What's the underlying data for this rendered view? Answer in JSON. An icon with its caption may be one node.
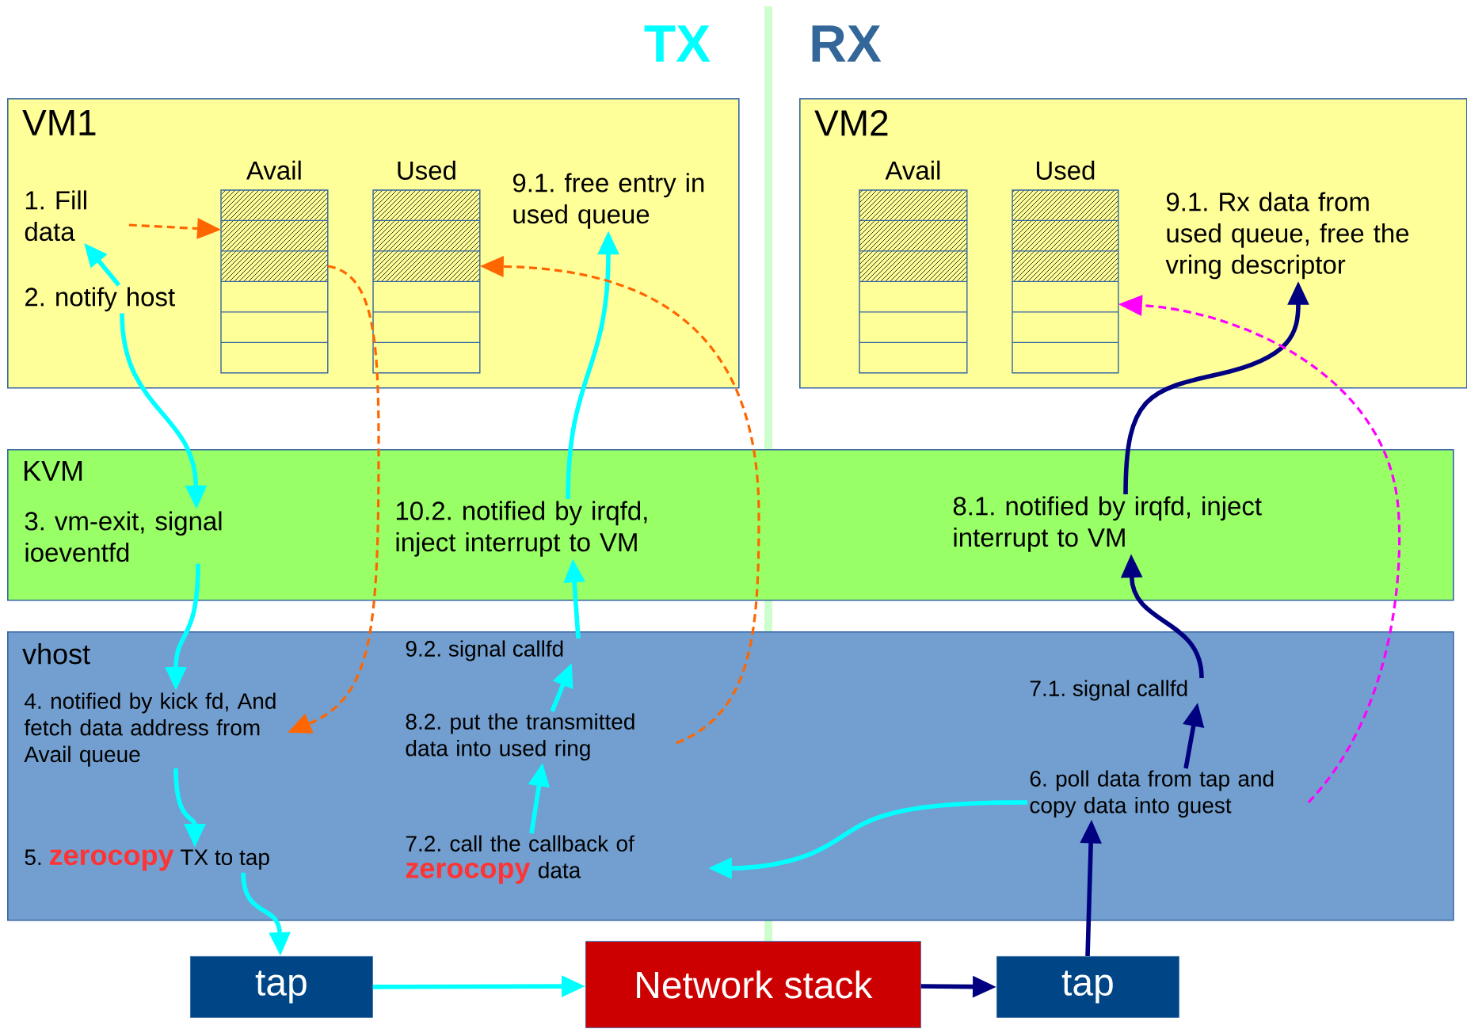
{
  "diagram": {
    "nodes": [
      {
        "text": [
          "VM1"
        ]
      },
      {
        "text": [
          "1. Fill data"
        ],
        "in": 0
      },
      {
        "text": [
          "2. notify host"
        ],
        "in": 0
      },
      {
        "text": [
          "Avail"
        ],
        "in": 0
      },
      {
        "text": [
          "Used"
        ],
        "in": 0
      },
      {
        "text": [
          "9.1. free entry in used queue"
        ],
        "in": 0
      },
      {
        "text": [
          "VM2"
        ]
      },
      {
        "text": [
          "Avail"
        ],
        "in": 6
      },
      {
        "text": [
          "Used"
        ],
        "in": 6
      },
      {
        "text": [
          "9.1. Rx data from used queue, free the vring descriptor"
        ],
        "in": 6
      },
      {
        "text": [
          "KVM"
        ]
      },
      {
        "text": [
          "3. vm-exit, signal ioeventfd"
        ],
        "in": 10
      },
      {
        "text": [
          "10.2. notified by irqfd, inject interrupt to VM"
        ],
        "in": 10
      },
      {
        "text": [
          "8.1. notified by irqfd, inject interrupt to VM"
        ],
        "in": 10
      },
      {
        "text": [
          "vhost"
        ]
      },
      {
        "text": [
          "4. notified by kick fd, And fetch data address from Avail queue"
        ],
        "in": 14
      },
      {
        "text": [
          "5. **zerocopy** TX to tap"
        ],
        "in": 14
      },
      {
        "text": [
          "9.2. signal callfd"
        ],
        "in": 14
      },
      {
        "text": [
          "8.2. put the transmitted data into used ring"
        ],
        "in": 14
      },
      {
        "text": [
          "7.2. call the callback of **zerocopy** data"
        ],
        "in": 14
      },
      {
        "text": [
          "7.1. signal callfd"
        ],
        "in": 14
      },
      {
        "text": [
          "6. poll data from tap and copy data into guest"
        ],
        "in": 14
      },
      {
        "text": [
          "tap"
        ]
      },
      {
        "text": [
          "Network stack"
        ]
      },
      {
        "text": [
          "tap"
        ]
      }
    ],
    "edges": [
      {
        "from": 2,
        "to": 1,
        "arrow": "to"
      },
      {
        "from": 2,
        "to": 11,
        "arrow": "to"
      },
      {
        "from": 11,
        "to": 15,
        "arrow": "to"
      },
      {
        "from": 15,
        "to": 16,
        "arrow": "to"
      },
      {
        "from": 16,
        "to": 22,
        "arrow": "to"
      },
      {
        "from": 22,
        "to": 23,
        "arrow": "to"
      },
      {
        "from": 23,
        "to": 24,
        "arrow": "to",
        "color": "#000080"
      },
      {
        "from": 24,
        "to": 21,
        "arrow": "to",
        "color": "#000080"
      },
      {
        "from": 21,
        "to": 20,
        "arrow": "to",
        "color": "#000080"
      },
      {
        "from": 20,
        "to": 13,
        "arrow": "to",
        "color": "#000080"
      },
      {
        "from": 13,
        "to": 9,
        "arrow": "to",
        "color": "#000080"
      },
      {
        "from": 21,
        "to": 19,
        "arrow": "to"
      },
      {
        "from": 19,
        "to": 18,
        "arrow": "to"
      },
      {
        "from": 18,
        "to": 17,
        "arrow": "to"
      },
      {
        "from": 17,
        "to": 12,
        "arrow": "to"
      },
      {
        "from": 12,
        "to": 5,
        "arrow": "to"
      },
      {
        "from": 1,
        "to": 3,
        "arrow": "to",
        "style": "dashed",
        "color": "#ff6600"
      },
      {
        "from": 3,
        "to": 15,
        "arrow": "to",
        "style": "dashed",
        "color": "#ff6600"
      },
      {
        "from": 18,
        "to": 4,
        "arrow": "to",
        "style": "dashed",
        "color": "#ff6600"
      },
      {
        "from": 21,
        "to": 8,
        "arrow": "to",
        "style": "dashed",
        "color": "#ff00ff"
      }
    ],
    "labels": [
      "TX",
      "RX"
    ]
  }
}
